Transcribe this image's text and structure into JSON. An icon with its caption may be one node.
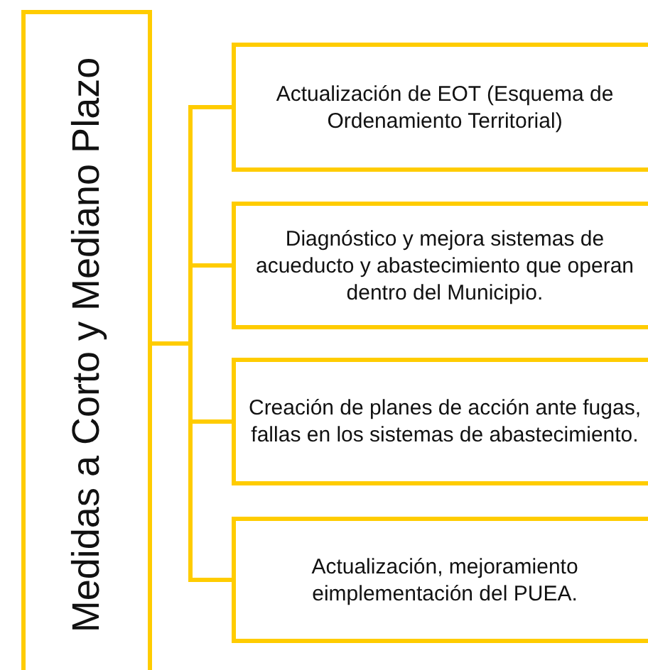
{
  "diagram": {
    "nodes": [
      {
        "text": [
          "Medidas a Corto y Mediano Plazo"
        ]
      },
      {
        "text": [
          "Actualización de EOT (Esquema de Ordenamiento Territorial)"
        ]
      },
      {
        "text": [
          "Diagnóstico y mejora sistemas de acueducto y abastecimiento que operan dentro del Municipio."
        ]
      },
      {
        "text": [
          "Creación de planes de acción ante fugas, fallas en los sistemas de abastecimiento."
        ]
      },
      {
        "text": [
          "Actualización, mejoramiento eimplementación del PUEA."
        ]
      }
    ],
    "edges": [
      {
        "from": 0,
        "to": 1,
        "arrow": "none"
      },
      {
        "from": 0,
        "to": 2,
        "arrow": "none"
      },
      {
        "from": 0,
        "to": 3,
        "arrow": "none"
      },
      {
        "from": 0,
        "to": 4,
        "arrow": "none"
      }
    ]
  }
}
